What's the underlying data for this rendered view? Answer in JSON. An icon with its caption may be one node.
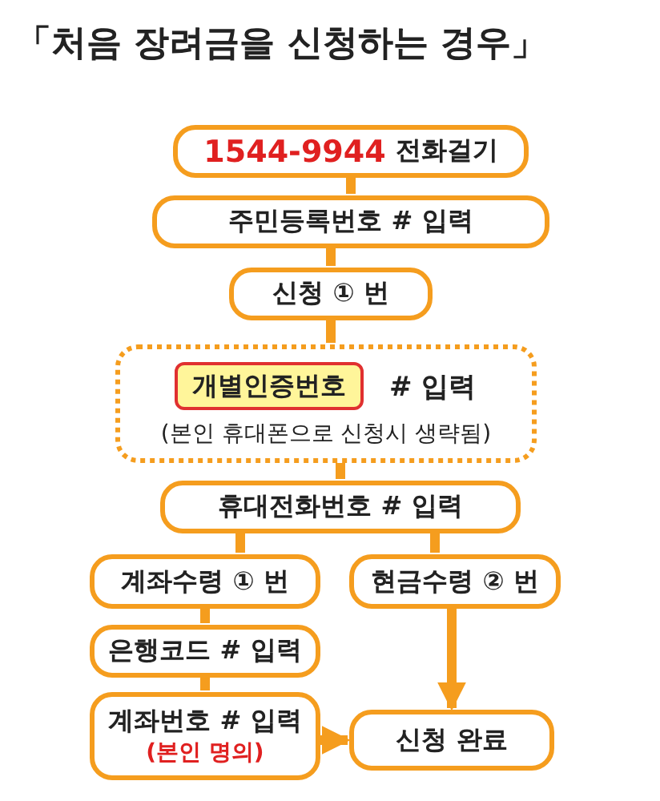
{
  "diagram": {
    "title": "「처음 장려금을 신청하는 경우」",
    "nodes": [
      {
        "text": [
          "1544-9944",
          "전화걸기"
        ]
      },
      {
        "text": [
          "주민등록번호 # 입력"
        ]
      },
      {
        "text": [
          "신청 ① 번"
        ]
      },
      {
        "text": [
          "# 입력",
          "(본인 휴대폰으로 신청시 생략됨)"
        ]
      },
      {
        "text": [
          "개별인증번호"
        ],
        "in": 3
      },
      {
        "text": [
          "휴대전화번호 # 입력"
        ]
      },
      {
        "text": [
          "계좌수령 ① 번"
        ]
      },
      {
        "text": [
          "현금수령 ② 번"
        ]
      },
      {
        "text": [
          "은행코드 # 입력"
        ]
      },
      {
        "text": [
          "계좌번호 # 입력",
          "(본인 명의)"
        ]
      },
      {
        "text": [
          "신청 완료"
        ]
      }
    ],
    "edges": [
      {
        "from": 0,
        "to": 1,
        "arrow": "none"
      },
      {
        "from": 1,
        "to": 2,
        "arrow": "none"
      },
      {
        "from": 2,
        "to": 3,
        "arrow": "none"
      },
      {
        "from": 3,
        "to": 5,
        "arrow": "none"
      },
      {
        "from": 5,
        "to": 6,
        "arrow": "none"
      },
      {
        "from": 5,
        "to": 7,
        "arrow": "none"
      },
      {
        "from": 6,
        "to": 8,
        "arrow": "none"
      },
      {
        "from": 8,
        "to": 9,
        "arrow": "none"
      },
      {
        "from": 9,
        "to": 10,
        "arrow": "to"
      },
      {
        "from": 7,
        "to": 10,
        "arrow": "to"
      }
    ]
  }
}
